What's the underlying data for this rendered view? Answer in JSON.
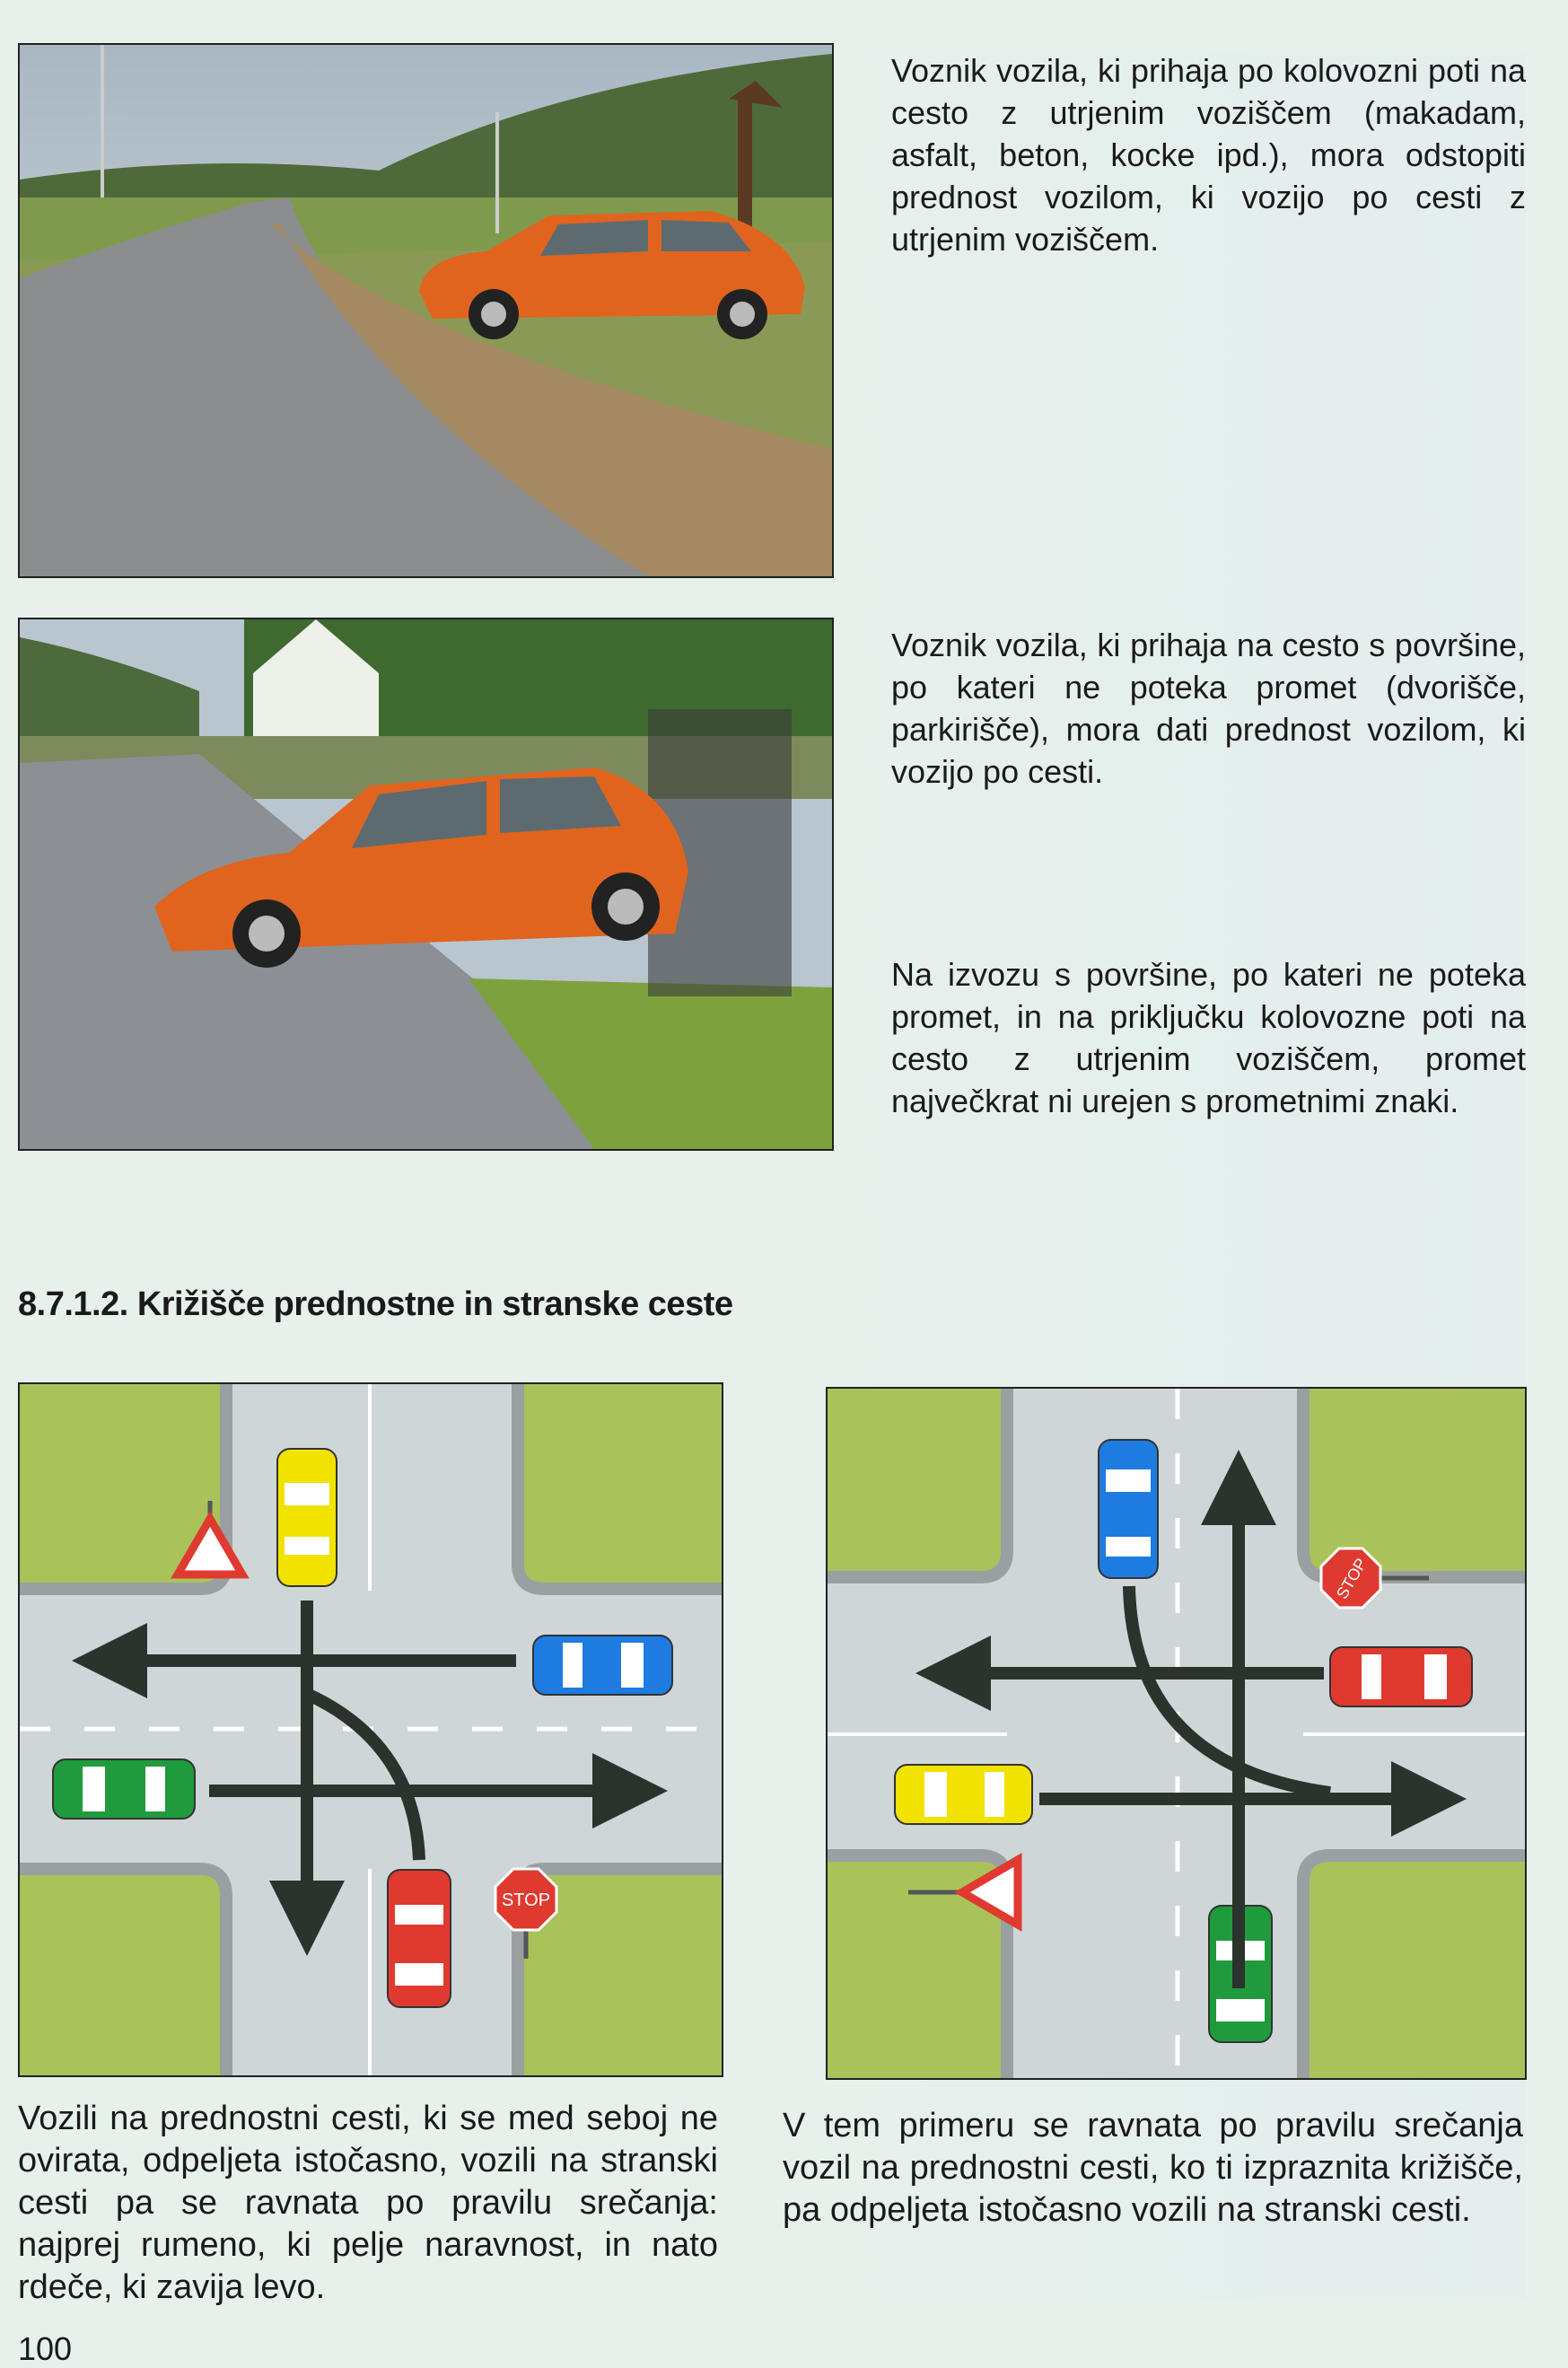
{
  "photos": [
    {
      "caption": "Voznik vozila, ki prihaja po kolovozni poti na cesto z utrjenim voziščem (makadam, asfalt, beton, kocke ipd.), mora odstopiti prednost vozilom, ki vozijo po cesti z utrjenim voziščem."
    },
    {
      "caption": "Voznik vozila, ki prihaja na cesto s površine, po kateri ne poteka promet (dvorišče, parkirišče), mora dati prednost vozilom, ki vozijo po cesti."
    }
  ],
  "note": "Na izvozu s površine, po kateri ne poteka promet, in na priključku kolovozne poti na cesto z utrjenim voziščem, promet največkrat ni urejen s prometnimi znaki.",
  "section": {
    "heading": "8.7.1.2. Križišče prednostne in stranske ceste"
  },
  "diagrams": [
    {
      "caption": "Vozili na prednostni cesti, ki se med seboj ne ovirata, odpeljeta istočasno, vozili na stranski cesti pa se ravnata po pravilu srečanja: najprej rumeno, ki pelje naravnost, in nato rdeče, ki zavija levo.",
      "stop_label": "STOP"
    },
    {
      "caption": "V tem primeru se ravnata po pravilu srečanja vozil na prednostni cesti, ko ti izpraznita križišče, pa odpeljeta istočasno vozili na stranski cesti.",
      "stop_label": "STOP"
    }
  ],
  "page_number": "100",
  "colors": {
    "grass": "#a9c25a",
    "road": "#cfd6d8",
    "arrow": "#2b332c",
    "yellow": "#f2e200",
    "blue": "#1e7be0",
    "red": "#e03a30",
    "green": "#1f9a3c",
    "orange_car": "#e0641e"
  }
}
